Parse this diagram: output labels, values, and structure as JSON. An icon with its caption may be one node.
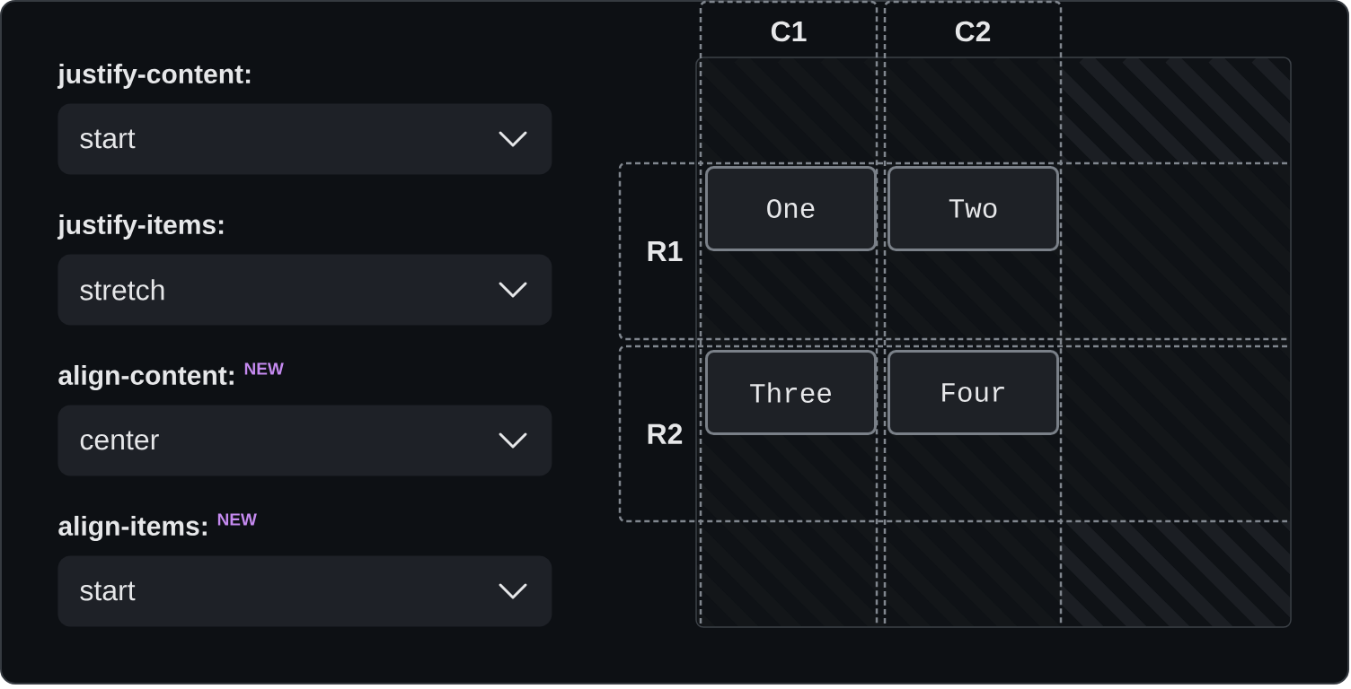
{
  "diagram": {
    "nodes": [
      {
        "text": [
          "justify-content:",
          "start"
        ]
      },
      {
        "text": [
          "justify-items:",
          "stretch"
        ]
      },
      {
        "text": [
          "align-content:",
          "center"
        ],
        "beside": [
          "NEW"
        ]
      },
      {
        "text": [
          "align-items:",
          "start"
        ],
        "beside": [
          "NEW"
        ]
      },
      {
        "text": [
          "C1"
        ]
      },
      {
        "text": [
          "C2"
        ]
      },
      {
        "text": [
          "R1"
        ]
      },
      {
        "text": [
          "One"
        ]
      },
      {
        "text": [
          "Two"
        ]
      },
      {
        "text": [
          "R2"
        ]
      },
      {
        "text": [
          "Three"
        ]
      },
      {
        "text": [
          "Four"
        ]
      }
    ]
  }
}
